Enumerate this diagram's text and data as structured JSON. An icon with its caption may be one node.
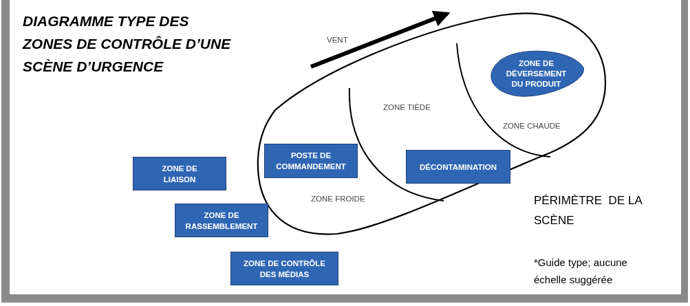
{
  "diagram": {
    "title": "DIAGRAMME TYPE DES ZONES DE CONTRÔLE D’UNE SCÈNE D’URGENCE",
    "nodes": [
      {
        "text": [],
        "shape": "oval",
        "beside": [
          "PÉRIMÈTRE  DE LA SCÈNE"
        ]
      },
      {
        "text": [
          "ZONE DE DÉVERSEMENT DU PRODUIT"
        ],
        "in": 0
      },
      {
        "text": [
          "POSTE DE COMMANDEMENT"
        ],
        "in": 0
      },
      {
        "text": [
          "DÉCONTAMINATION"
        ],
        "in": 0
      },
      {
        "text": [
          "ZONE DE LIAISON"
        ]
      },
      {
        "text": [
          "ZONE DE RASSEMBLEMENT"
        ]
      },
      {
        "text": [
          "ZONE DE CONTRÔLE DES MÉDIAS"
        ]
      }
    ],
    "labels": [
      "VENT",
      "ZONE TIÈDE",
      "ZONE CHAUDE",
      "ZONE FROIDE",
      "*Guide type; aucune échelle suggérée"
    ]
  }
}
